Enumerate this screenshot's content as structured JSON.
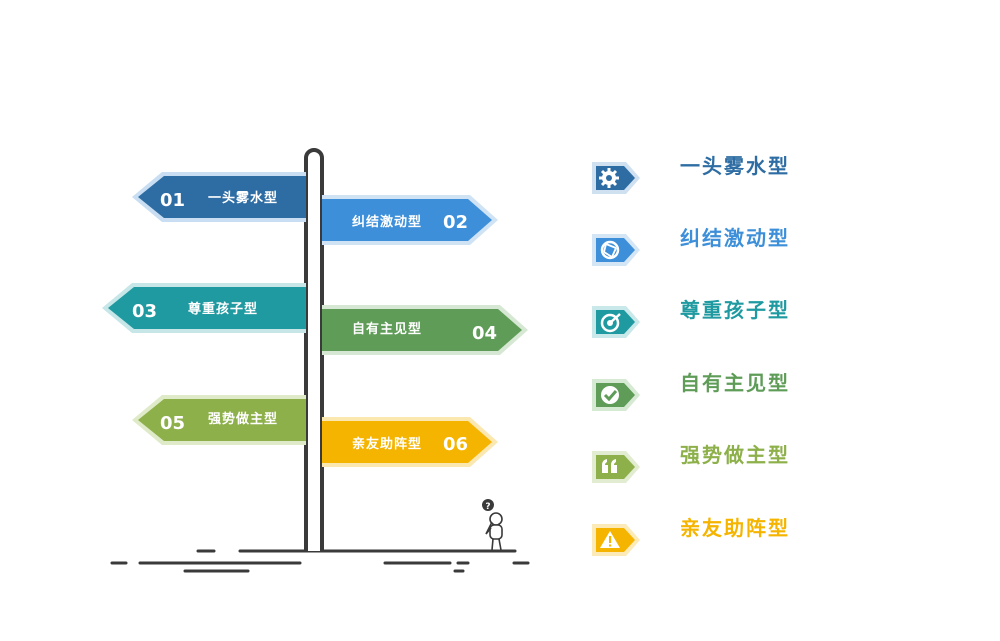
{
  "signs": [
    {
      "num": "01",
      "label": "一头雾水型",
      "color": "#2e6da4",
      "icon": "gear-icon"
    },
    {
      "num": "02",
      "label": "纠结激动型",
      "color": "#3c8fd8",
      "icon": "aperture-icon"
    },
    {
      "num": "03",
      "label": "尊重孩子型",
      "color": "#1f9aa0",
      "icon": "target-icon"
    },
    {
      "num": "04",
      "label": "自有主见型",
      "color": "#5e9c57",
      "icon": "checkmark-icon"
    },
    {
      "num": "05",
      "label": "强势做主型",
      "color": "#8db04a",
      "icon": "quote-icon"
    },
    {
      "num": "06",
      "label": "亲友助阵型",
      "color": "#f5b400",
      "icon": "warning-icon"
    }
  ],
  "figure_mark": "?"
}
